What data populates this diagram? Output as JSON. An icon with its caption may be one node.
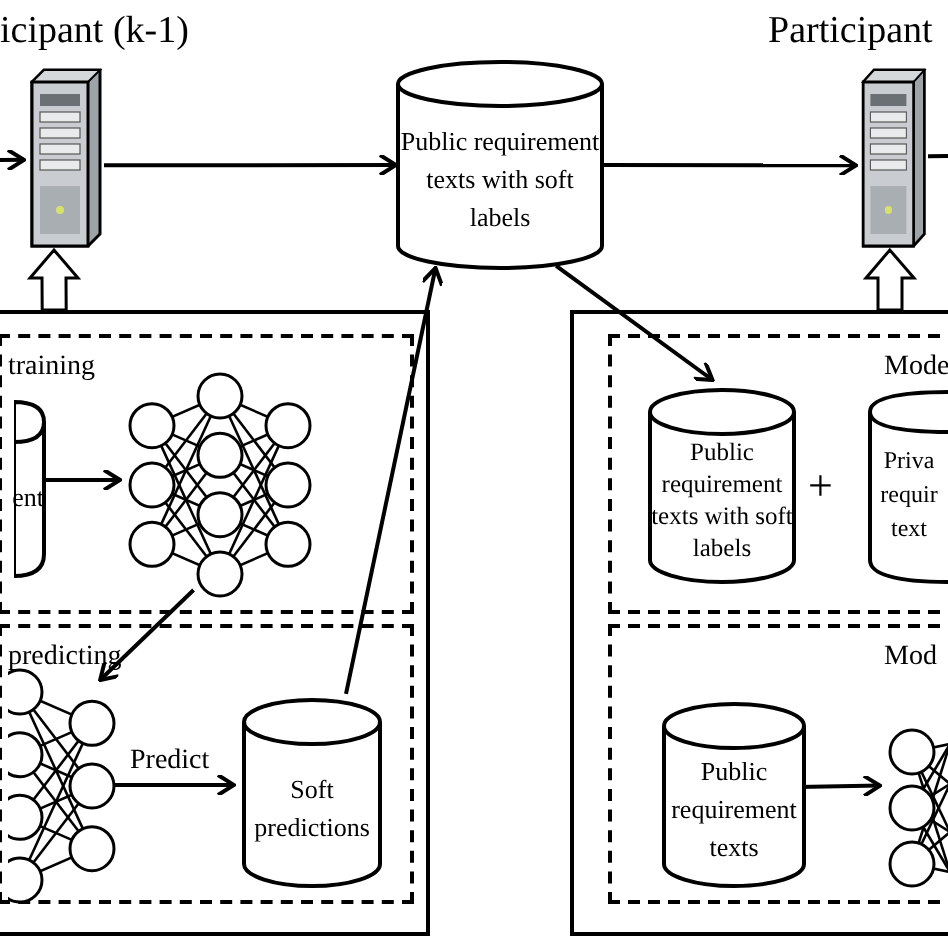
{
  "diagram": {
    "nodes": [
      {
        "text": [],
        "shape": "server",
        "beside": [
          "icipant (k-1)"
        ]
      },
      {
        "text": [
          "Public requirement texts with soft labels"
        ]
      },
      {
        "text": [],
        "shape": "server",
        "beside": [
          "Participant"
        ]
      },
      {
        "text": [],
        "shape": "box"
      },
      {
        "text": [
          "training"
        ],
        "in": 3
      },
      {
        "text": [
          "ent"
        ],
        "in": 4
      },
      {
        "text": [],
        "shape": "network",
        "in": 4
      },
      {
        "text": [
          "predicting"
        ],
        "in": 3
      },
      {
        "text": [],
        "shape": "network",
        "in": 7
      },
      {
        "text": [
          "Soft predictions"
        ],
        "in": 7
      },
      {
        "text": [],
        "shape": "box"
      },
      {
        "text": [
          "Mode"
        ],
        "in": 10
      },
      {
        "text": [
          "Public requirement texts with soft labels"
        ],
        "in": 11
      },
      {
        "text": [
          "Priva requir text"
        ],
        "in": 11
      },
      {
        "text": [
          "Mod"
        ],
        "in": 10
      },
      {
        "text": [
          "Public requirement texts"
        ],
        "in": 14
      },
      {
        "text": [],
        "shape": "network",
        "in": 14
      }
    ],
    "edges": [
      {
        "from": null,
        "to": 0,
        "arrow": "to"
      },
      {
        "from": 0,
        "to": 1,
        "arrow": "to"
      },
      {
        "from": 1,
        "to": 2,
        "arrow": "to"
      },
      {
        "from": 2,
        "to": null,
        "arrow": "none"
      },
      {
        "from": 3,
        "to": 0,
        "arrow": "to",
        "style": "thick"
      },
      {
        "from": 10,
        "to": 2,
        "arrow": "to",
        "style": "thick"
      },
      {
        "from": 5,
        "to": 6,
        "arrow": "to"
      },
      {
        "from": 6,
        "to": 8,
        "arrow": "to"
      },
      {
        "from": 8,
        "to": 9,
        "arrow": "to",
        "label": "Predict"
      },
      {
        "from": 9,
        "to": 1,
        "arrow": "to"
      },
      {
        "from": 1,
        "to": 12,
        "arrow": "to"
      },
      {
        "from": 15,
        "to": 16,
        "arrow": "to"
      }
    ],
    "labels": [
      "+"
    ]
  }
}
